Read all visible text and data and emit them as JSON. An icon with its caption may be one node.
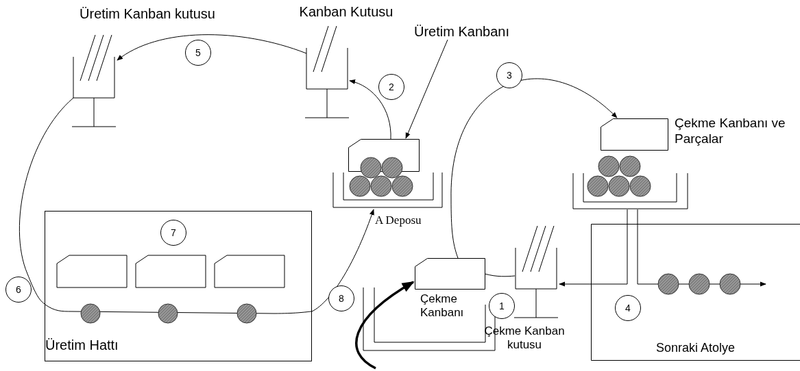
{
  "diagram": {
    "nodes": [
      {
        "text": [
          "Üretim Kanban kutusu"
        ]
      },
      {
        "text": [
          "Kanban Kutusu"
        ]
      },
      {
        "text": [
          "Üretim Kanbanı"
        ]
      },
      {
        "text": [],
        "shape": "box"
      },
      {
        "text": [
          "A Deposu"
        ]
      },
      {
        "text": [
          "Çekme Kanbanı ve Parçalar"
        ]
      },
      {
        "text": [],
        "shape": "box"
      },
      {
        "text": [
          "Üretim Hattı"
        ]
      },
      {
        "text": [
          "Çekme Kanbanı"
        ]
      },
      {
        "text": [
          "Çekme Kanban kutusu"
        ]
      },
      {
        "text": [
          "Sonraki Atolye"
        ]
      }
    ],
    "edges": [
      {
        "from": 8,
        "to": 5,
        "arrow": "to"
      },
      {
        "from": 3,
        "to": 1,
        "arrow": "to"
      },
      {
        "from": 1,
        "to": 0,
        "arrow": "to"
      },
      {
        "from": 0,
        "to": 7,
        "arrow": "none"
      },
      {
        "from": 7,
        "to": 4,
        "arrow": "to"
      },
      {
        "from": 2,
        "to": 3,
        "arrow": "to"
      },
      {
        "from": 8,
        "to": 9,
        "arrow": "none"
      },
      {
        "from": null,
        "to": 8,
        "arrow": "to",
        "style": "thick"
      },
      {
        "from": 6,
        "to": 10,
        "arrow": "none"
      },
      {
        "from": 10,
        "to": 9,
        "arrow": "to"
      },
      {
        "from": 6,
        "to": 10,
        "arrow": "to"
      }
    ],
    "labels": [
      "5",
      "3",
      "2",
      "7",
      "6",
      "8",
      "1",
      "4"
    ]
  }
}
